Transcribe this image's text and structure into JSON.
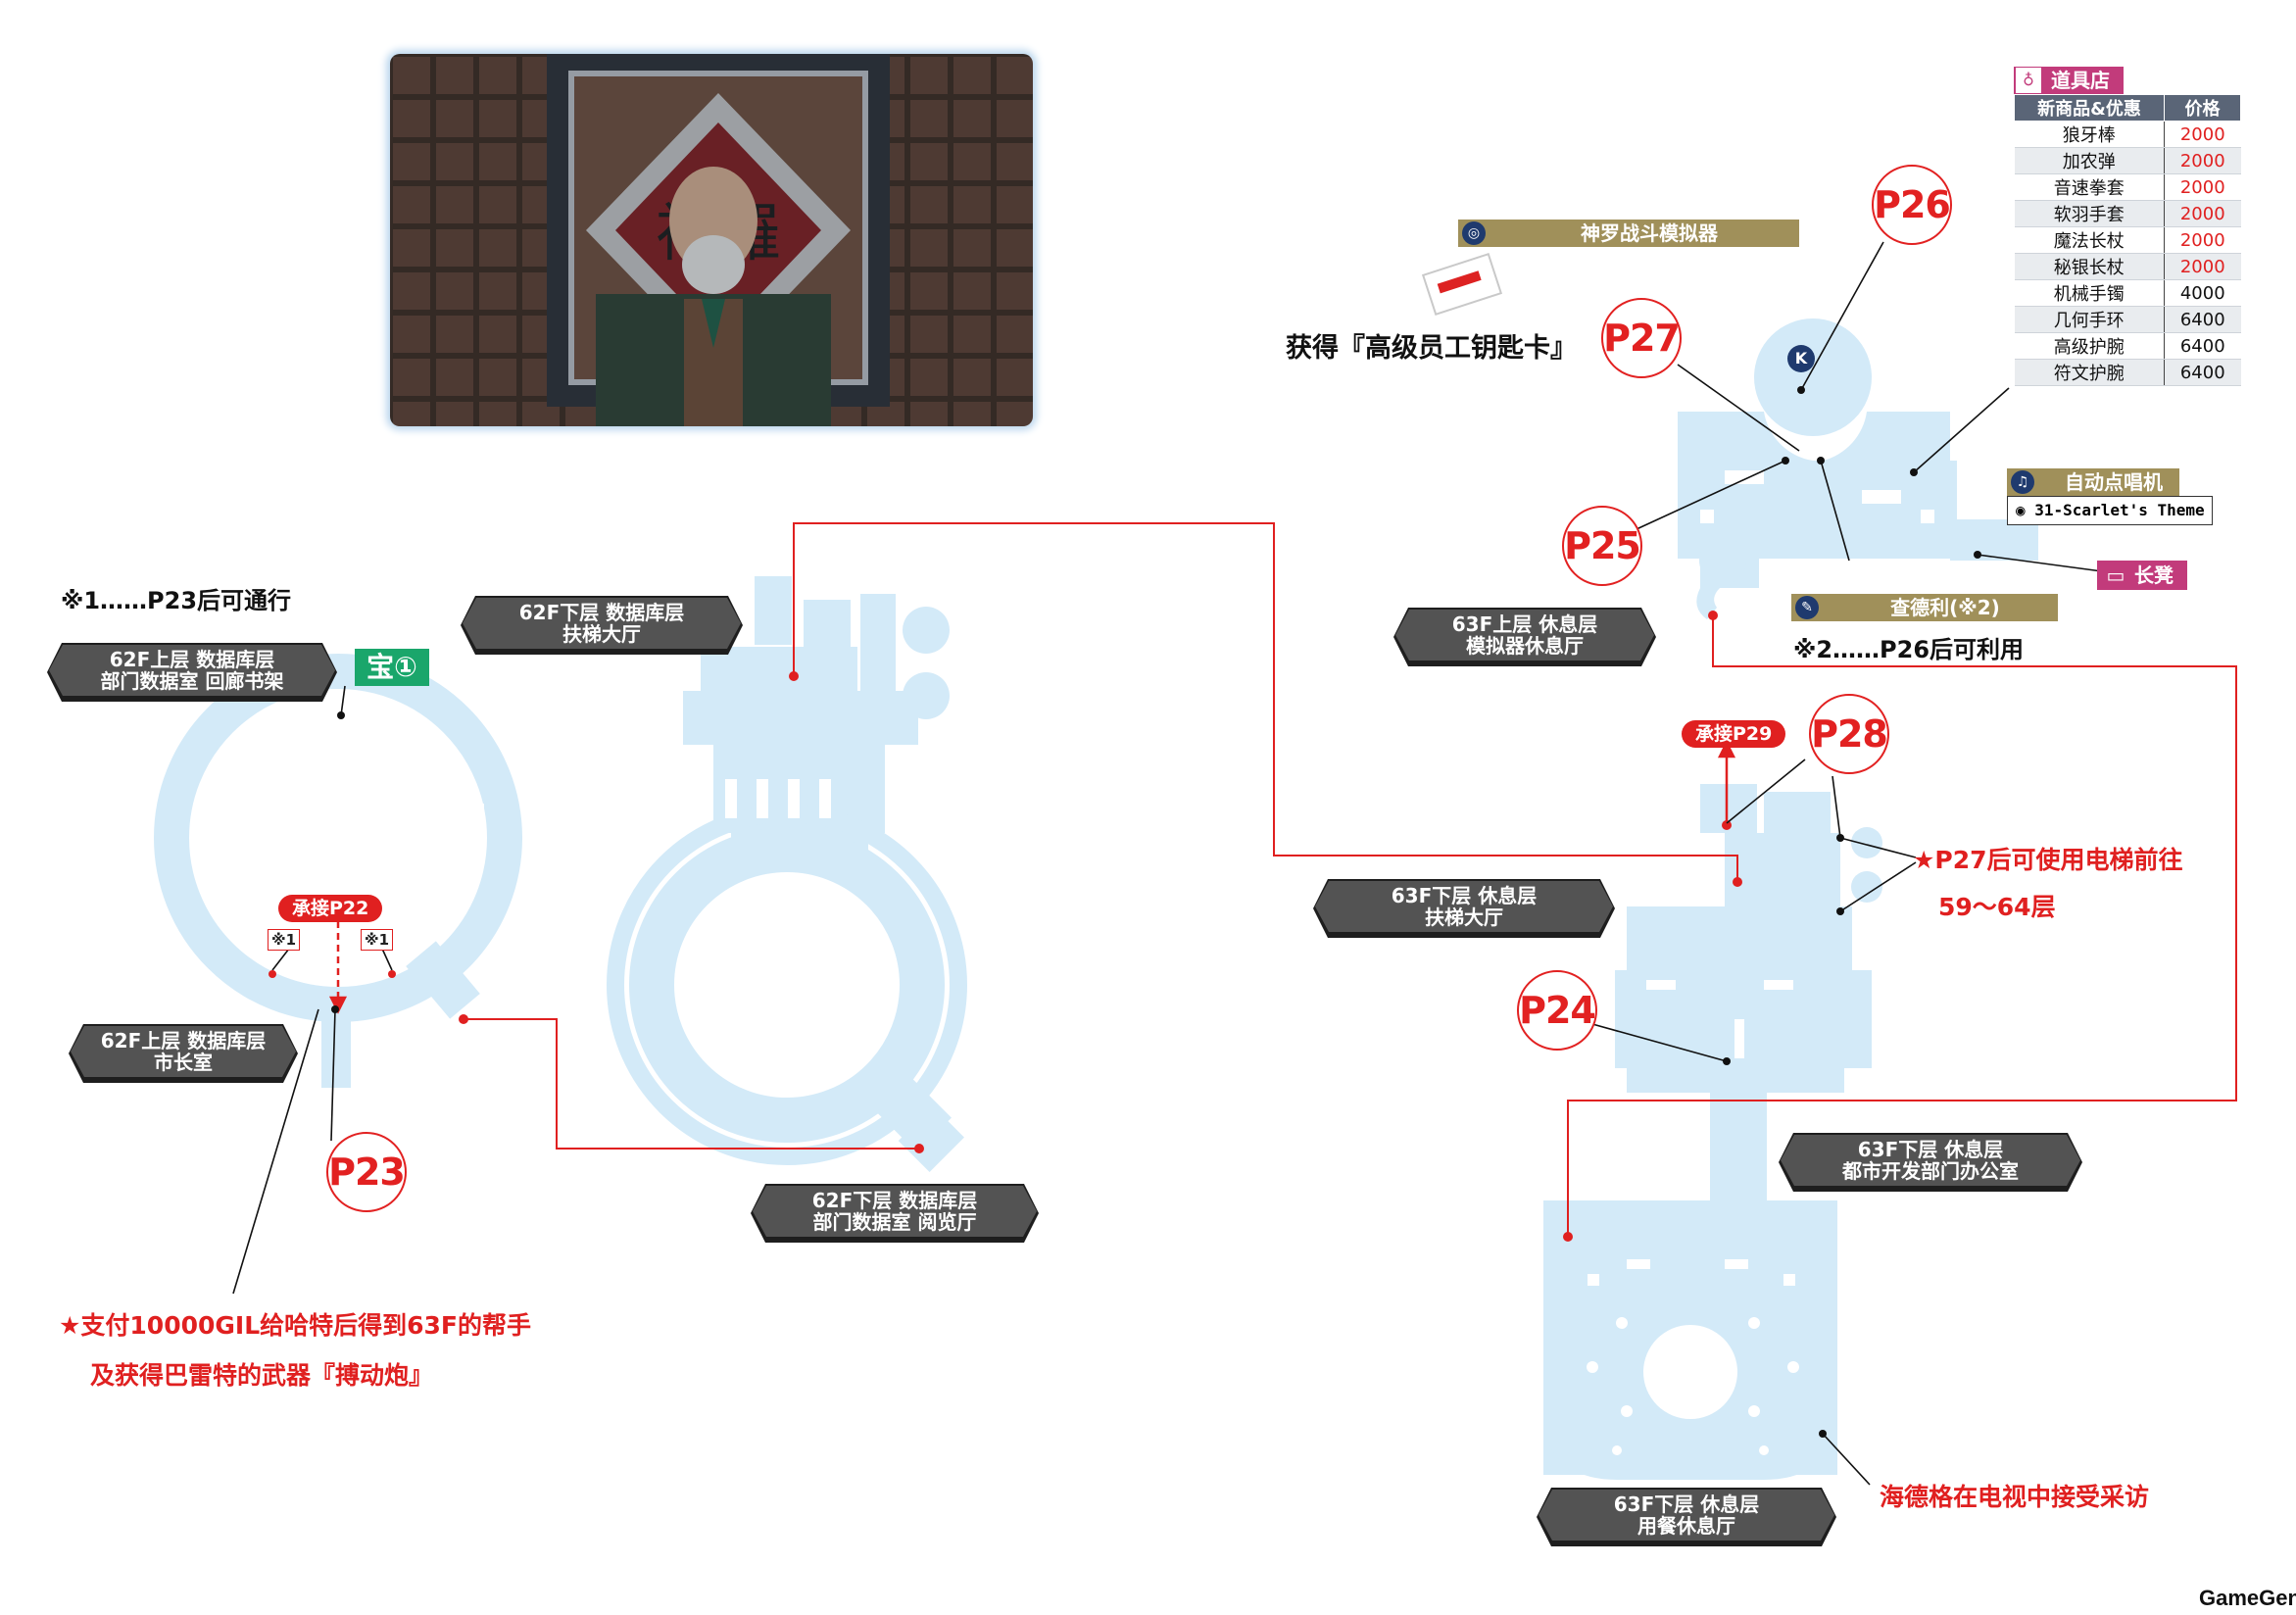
{
  "note_top_left": "※1……P23后可通行",
  "note_charlie": "※2……P26后可利用",
  "page_refs": {
    "p22": "承接P22",
    "p23": "P23",
    "p24": "P24",
    "p25": "P25",
    "p26": "P26",
    "p27": "P27",
    "p28": "P28",
    "p29": "承接P29"
  },
  "markers": {
    "gate_1a": "※1",
    "gate_1b": "※1",
    "treasure": "宝①",
    "k_marker": "K"
  },
  "rooms": {
    "r62_upper_archive": {
      "line1": "62F上层  数据库层",
      "line2": "部门数据室  回廊书架"
    },
    "r62_lower_escalator": {
      "line1": "62F下层  数据库层",
      "line2": "扶梯大厅"
    },
    "r62_upper_mayor": {
      "line1": "62F上层  数据库层",
      "line2": "市长室"
    },
    "r62_lower_reading": {
      "line1": "62F下层  数据库层",
      "line2": "部门数据室  阅览厅"
    },
    "r63_upper_sim": {
      "line1": "63F上层  休息层",
      "line2": "模拟器休息厅"
    },
    "r63_lower_escalator": {
      "line1": "63F下层  休息层",
      "line2": "扶梯大厅"
    },
    "r63_lower_office": {
      "line1": "63F下层  休息层",
      "line2": "都市开发部门办公室"
    },
    "r63_lower_dining": {
      "line1": "63F下层  休息层",
      "line2": "用餐休息厅"
    }
  },
  "labels": {
    "simulator": "神罗战斗模拟器",
    "keycard": "获得『高级员工钥匙卡』",
    "jukebox": "自动点唱机",
    "jukebox_track": "31-Scarlet's Theme",
    "bench": "长凳",
    "charlie": "查德利(※2)"
  },
  "notes_red": {
    "hart_1": "★支付10000GIL给哈特后得到63F的帮手",
    "hart_2": "及获得巴雷特的武器『搏动炮』",
    "elevator_1": "★P27后可使用电梯前往",
    "elevator_2": "59～64层",
    "heidegger": "海德格在电视中接受采访"
  },
  "shop": {
    "title": "道具店",
    "col_item": "新商品&优惠",
    "col_price": "价格",
    "rows": [
      {
        "item": "狼牙棒",
        "price": "2000",
        "highlight": true
      },
      {
        "item": "加农弹",
        "price": "2000",
        "highlight": true
      },
      {
        "item": "音速拳套",
        "price": "2000",
        "highlight": true
      },
      {
        "item": "软羽手套",
        "price": "2000",
        "highlight": true
      },
      {
        "item": "魔法长杖",
        "price": "2000",
        "highlight": true
      },
      {
        "item": "秘银长杖",
        "price": "2000",
        "highlight": true
      },
      {
        "item": "机械手镯",
        "price": "4000",
        "highlight": false
      },
      {
        "item": "几何手环",
        "price": "6400",
        "highlight": false
      },
      {
        "item": "高级护腕",
        "price": "6400",
        "highlight": false
      },
      {
        "item": "符文护腕",
        "price": "6400",
        "highlight": false
      }
    ]
  },
  "photo_sign": "神羅",
  "watermark": "GameGene",
  "colors": {
    "map_fill": "#d3eaf8",
    "accent_red": "#e02020",
    "tag_dark": "#535353",
    "olive": "#a0905a",
    "pink": "#c23b7b"
  }
}
